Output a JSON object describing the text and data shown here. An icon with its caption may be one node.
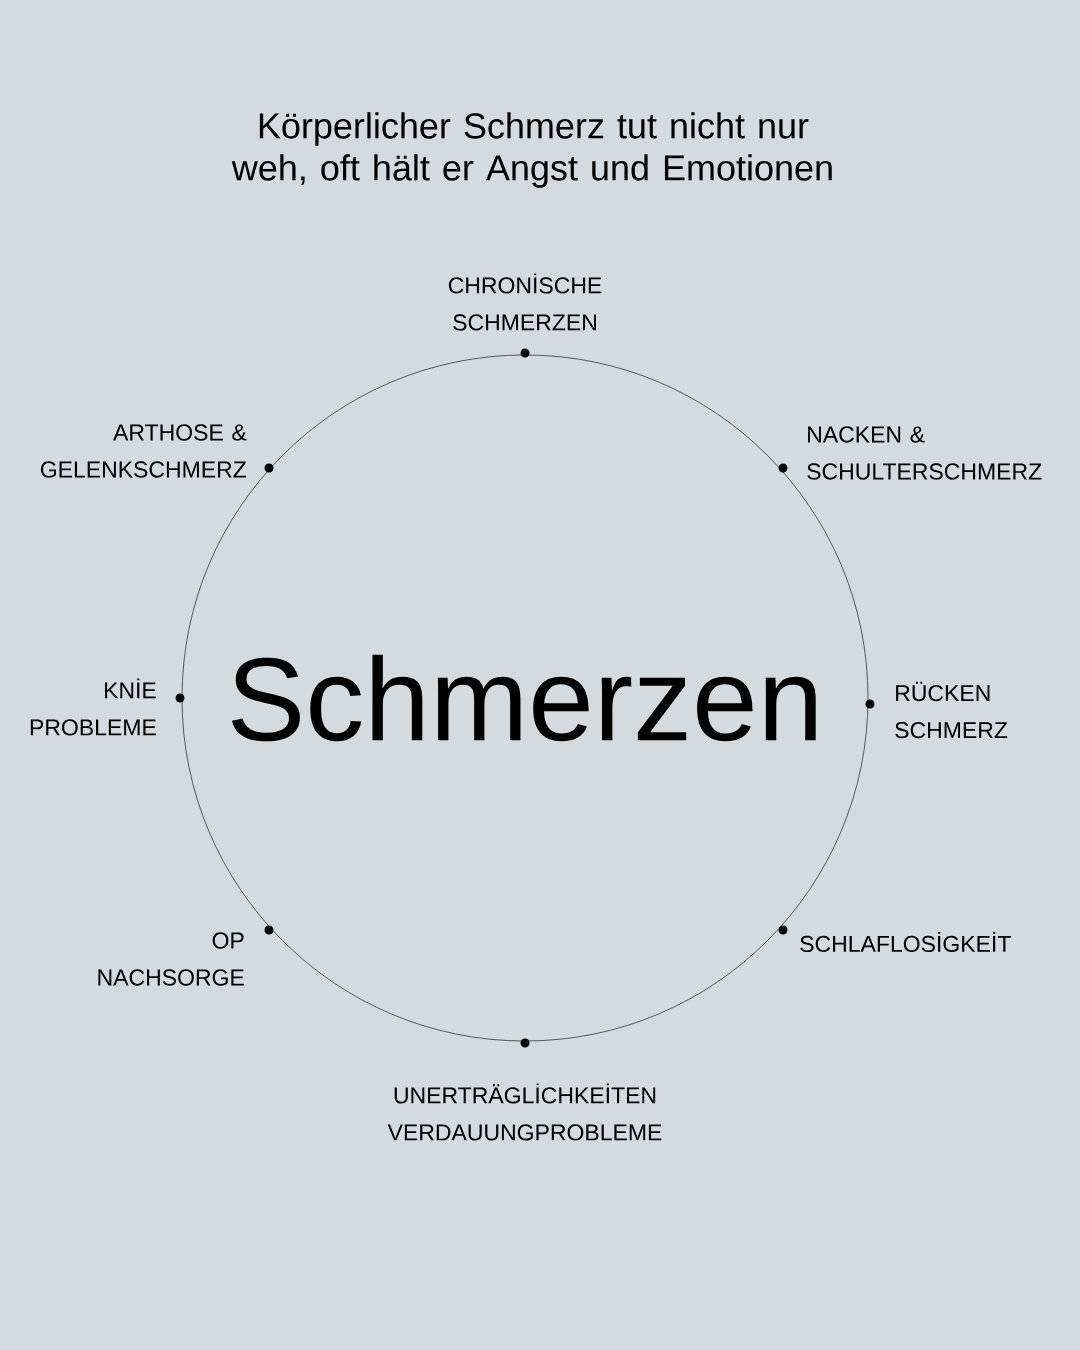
{
  "diagram": {
    "title": "Körperlicher Schmerz tut nicht nur weh, oft hält er Angst und Emotionen",
    "nodes": [
      {
        "text": [
          "Schmerzen"
        ]
      }
    ],
    "labels": [
      "CHRONİSCHE SCHMERZEN",
      "ARTHOSE & GELENKSCHMERZ",
      "NACKEN & SCHULTERSCHMERZ",
      "KNİE PROBLEME",
      "RÜCKEN SCHMERZ",
      "OP NACHSORGE",
      "SCHLAFLOSİGKEİT",
      "UNERTRÄGLİCHKEİTEN VERDAUUNGPROBLEME"
    ]
  }
}
